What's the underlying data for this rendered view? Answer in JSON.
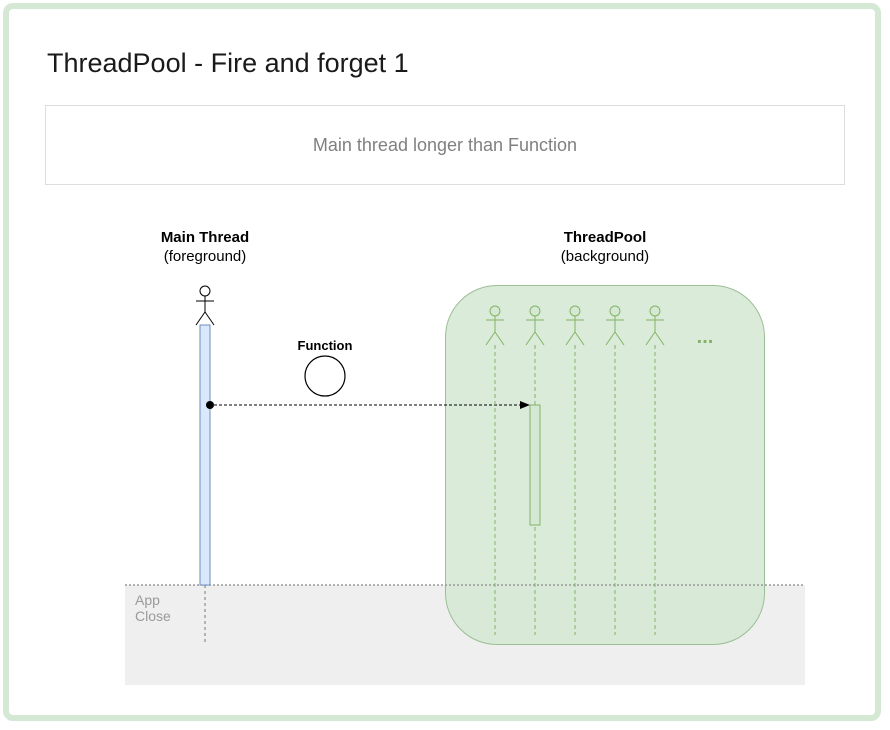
{
  "title": "ThreadPool - Fire and forget 1",
  "subtitle": "Main thread longer than Function",
  "main_thread": {
    "name": "Main Thread",
    "qualifier": "(foreground)"
  },
  "thread_pool": {
    "name": "ThreadPool",
    "qualifier": "(background)",
    "more_indicator": "..."
  },
  "function_label": "Function",
  "app_close_label": "App\nClose",
  "colors": {
    "frame_border": "#d5e8d4",
    "pool_fill": "#d5e8d4",
    "pool_stroke": "#82b366",
    "main_activation_fill": "#dae8fc",
    "main_activation_stroke": "#6c8ebf",
    "app_close_fill": "#efefef"
  }
}
